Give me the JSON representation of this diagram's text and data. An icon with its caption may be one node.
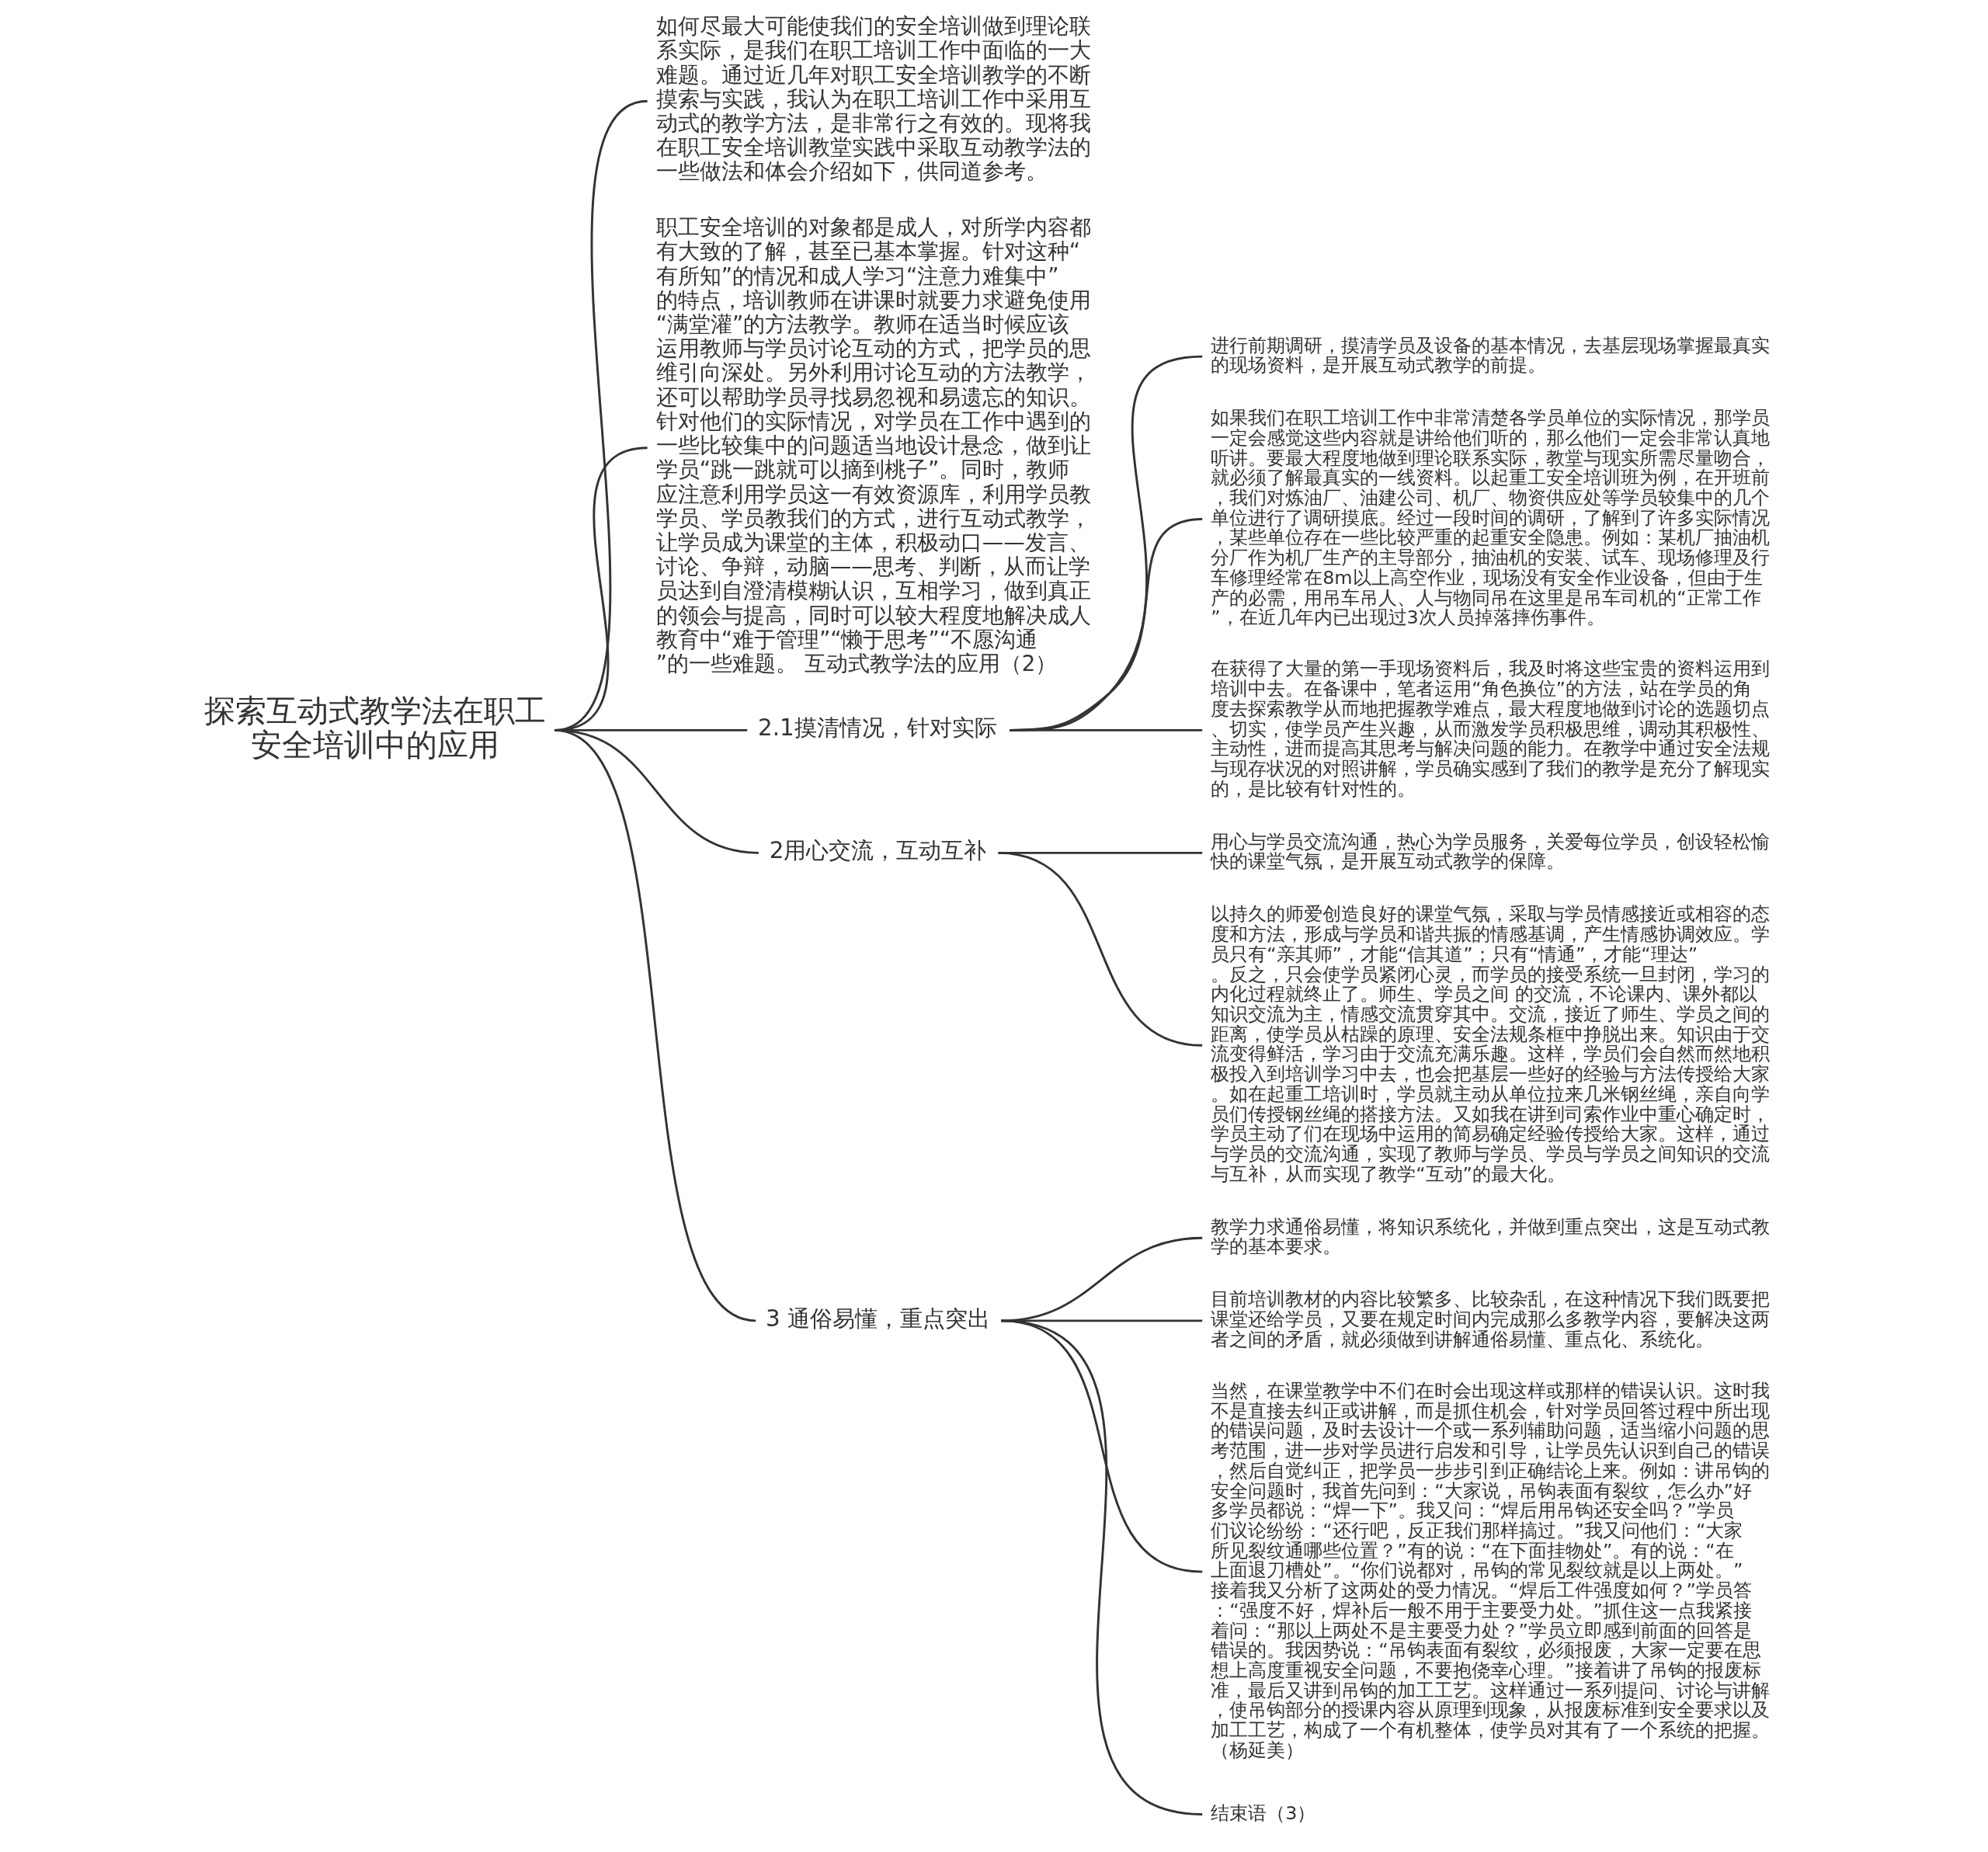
{
  "diagram": {
    "nodes": [
      {
        "text": [
          "探索互动式教学法在职工安全培训中的应用"
        ]
      },
      {
        "text": [
          "如何尽最大可能使我们的安全培训做到理论联系实际，是我们在职工培训工作中面临的一大难题。通过近几年对职工安全培训教学的不断摸索与实践，我认为在职工培训工作中采用互动式的教学方法，是非常行之有效的。现将我在职工安全培训教堂实践中采取互动教学法的一些做法和体会介绍如下，供同道参考。"
        ]
      },
      {
        "text": [
          "职工安全培训的对象都是成人，对所学内容都有大致的了解，甚至已基本掌握。针对这种“有所知”的情况和成人学习“注意力难集中”的特点，培训教师在讲课时就要力求避免使用“满堂灌”的方法教学。教师在适当时候应该运用教师与学员讨论互动的方式，把学员的思维引向深处。另外利用讨论互动的方法教学，还可以帮助学员寻找易忽视和易遗忘的知识。针对他们的实际情况，对学员在工作中遇到的一些比较集中的问题适当地设计悬念，做到让学员“跳一跳就可以摘到桃子”。同时，教师应注意利用学员这一有效资源库，利用学员教学员、学员教我们的方式，进行互动式教学，让学员成为课堂的主体，积极动口——发言、讨论、争辩，动脑——思考、判断，从而让学员达到自澄清模糊认识，互相学习，做到真正的领会与提高，同时可以较大程度地解决成人教育中“难于管理”“懒于思考”“不愿沟通”的一些难题。 互动式教学法的应用（2）"
        ]
      },
      {
        "text": [
          "2.1摸清情况，针对实际"
        ]
      },
      {
        "text": [
          "进行前期调研，摸清学员及设备的基本情况，去基层现场掌握最真实的现场资料，是开展互动式教学的前提。"
        ]
      },
      {
        "text": [
          "如果我们在职工培训工作中非常清楚各学员单位的实际情况，那学员一定会感觉这些内容就是讲给他们听的，那么他们一定会非常认真地听讲。要最大程度地做到理论联系实际，教堂与现实所需尽量吻合，就必须了解最真实的一线资料。以起重工安全培训班为例，在开班前，我们对炼油厂、油建公司、机厂、物资供应处等学员较集中的几个单位进行了调研摸底。经过一段时间的调研，了解到了许多实际情况，某些单位存在一些比较严重的起重安全隐患。例如：某机厂抽油机分厂作为机厂生产的主导部分，抽油机的安装、试车、现场修理及行车修理经常在8m以上高空作业，现场没有安全作业设备，但由于生产的必需，用吊车吊人、人与物同吊在这里是吊车司机的“正常工作”，在近几年内已出现过3次人员掉落摔伤事件。"
        ]
      },
      {
        "text": [
          "在获得了大量的第一手现场资料后，我及时将这些宝贵的资料运用到培训中去。在备课中，笔者运用“角色换位”的方法，站在学员的角度去探索教学从而地把握教学难点，最大程度地做到讨论的选题切点、切实，使学员产生兴趣，从而激发学员积极思维，调动其积极性、主动性，进而提高其思考与解决问题的能力。在教学中通过安全法规与现存状况的对照讲解，学员确实感到了我们的教学是充分了解现实的，是比较有针对性的。"
        ]
      },
      {
        "text": [
          "2用心交流，互动互补"
        ]
      },
      {
        "text": [
          "用心与学员交流沟通，热心为学员服务，关爱每位学员，创设轻松愉快的课堂气氛，是开展互动式教学的保障。"
        ]
      },
      {
        "text": [
          "以持久的师爱创造良好的课堂气氛，采取与学员情感接近或相容的态度和方法，形成与学员和谐共振的情感基调，产生情感协调效应。学员只有“亲其师”，才能“信其道”；只有“情通”，才能“理达”。反之，只会使学员紧闭心灵，而学员的接受系统一旦封闭，学习的内化过程就终止了。师生、学员之间 的交流，不论课内、课外都以知识交流为主，情感交流贯穿其中。交流，接近了师生、学员之间的距离，使学员从枯躁的原理、安全法规条框中挣脱出来。知识由于交流变得鲜活，学习由于交流充满乐趣。这样，学员们会自然而然地积极投入到培训学习中去，也会把基层一些好的经验与方法传授给大家。如在起重工培训时，学员就主动从单位拉来几米钢丝绳，亲自向学员们传授钢丝绳的搭接方法。又如我在讲到司索作业中重心确定时，学员主动了们在现场中运用的简易确定经验传授给大家。这样，通过与学员的交流沟通，实现了教师与学员、学员与学员之间知识的交流与互补，从而实现了教学“互动”的最大化。"
        ]
      },
      {
        "text": [
          "3 通俗易懂，重点突出"
        ]
      },
      {
        "text": [
          "教学力求通俗易懂，将知识系统化，并做到重点突出，这是互动式教学的基本要求。"
        ]
      },
      {
        "text": [
          "目前培训教材的内容比较繁多、比较杂乱，在这种情况下我们既要把课堂还给学员，又要在规定时间内完成那么多教学内容，要解决这两者之间的矛盾，就必须做到讲解通俗易懂、重点化、系统化。"
        ]
      },
      {
        "text": [
          "当然，在课堂教学中不们在时会出现这样或那样的错误认识。这时我不是直接去纠正或讲解，而是抓住机会，针对学员回答过程中所出现的错误问题，及时去设计一个或一系列辅助问题，适当缩小问题的思考范围，进一步对学员进行启发和引导，让学员先认识到自己的错误，然后自觉纠正，把学员一步步引到正确结论上来。例如：讲吊钩的安全问题时，我首先问到：“大家说，吊钩表面有裂纹，怎么办”好多学员都说：“焊一下”。我又问：“焊后用吊钩还安全吗？”学员们议论纷纷：“还行吧，反正我们那样搞过。”我又问他们：“大家所见裂纹通哪些位置？”有的说：“在下面挂物处”。有的说：“在上面退刀槽处”。“你们说都对，吊钩的常见裂纹就是以上两处。”接着我又分析了这两处的受力情况。“焊后工件强度如何？”学员答：“强度不好，焊补后一般不用于主要受力处。”抓住这一点我紧接着问：“那以上两处不是主要受力处？”学员立即感到前面的回答是错误的。我因势说：“吊钩表面有裂纹，必须报废，大家一定要在思想上高度重视安全问题，不要抱侥幸心理。”接着讲了吊钩的报废标准，最后又讲到吊钩的加工工艺。这样通过一系列提问、讨论与讲解，使吊钩部分的授课内容从原理到现象，从报废标准到安全要求以及加工工艺，构成了一个有机整体，使学员对其有了一个系统的把握。（杨延美）"
        ]
      },
      {
        "text": [
          "结束语（3）"
        ]
      }
    ],
    "edges": [
      {
        "from": 0,
        "to": 1,
        "arrow": "none"
      },
      {
        "from": 0,
        "to": 2,
        "arrow": "none"
      },
      {
        "from": 0,
        "to": 3,
        "arrow": "none"
      },
      {
        "from": 3,
        "to": 4,
        "arrow": "none"
      },
      {
        "from": 3,
        "to": 5,
        "arrow": "none"
      },
      {
        "from": 3,
        "to": 6,
        "arrow": "none"
      },
      {
        "from": 0,
        "to": 7,
        "arrow": "none"
      },
      {
        "from": 7,
        "to": 8,
        "arrow": "none"
      },
      {
        "from": 7,
        "to": 9,
        "arrow": "none"
      },
      {
        "from": 0,
        "to": 10,
        "arrow": "none"
      },
      {
        "from": 10,
        "to": 11,
        "arrow": "none"
      },
      {
        "from": 10,
        "to": 12,
        "arrow": "none"
      },
      {
        "from": 10,
        "to": 13,
        "arrow": "none"
      },
      {
        "from": 10,
        "to": 14,
        "arrow": "none"
      }
    ]
  }
}
